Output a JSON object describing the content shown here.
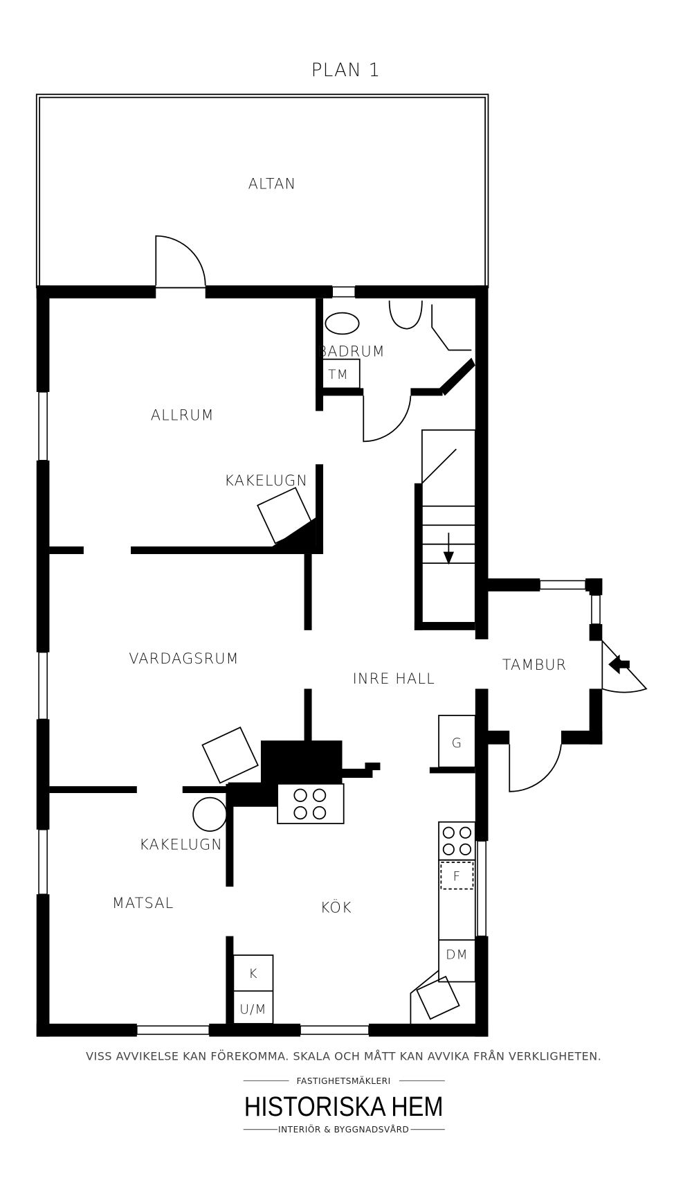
{
  "title": "PLAN 1",
  "rooms": {
    "altan": "ALTAN",
    "badrum": "BADRUM",
    "tm": "TM",
    "allrum": "ALLRUM",
    "kakelugn_upper": "KAKELUGN",
    "vardagsrum": "VARDAGSRUM",
    "inre_hall": "INRE HALL",
    "tambur": "TAMBUR",
    "g": "G",
    "kakelugn_lower": "KAKELUGN",
    "matsal": "MATSAL",
    "kok": "KÖK",
    "f": "F",
    "dm": "DM",
    "k": "K",
    "um": "U/M"
  },
  "disclaimer": "VISS AVVIKELSE KAN FÖREKOMMA. SKALA OCH MÅTT KAN AVVIKA FRÅN VERKLIGHETEN.",
  "brand": {
    "top": "FASTIGHETSMÄKLERI",
    "name": "HISTORISKA HEM",
    "bottom": "INTERIÖR & BYGGNADSVÅRD"
  }
}
